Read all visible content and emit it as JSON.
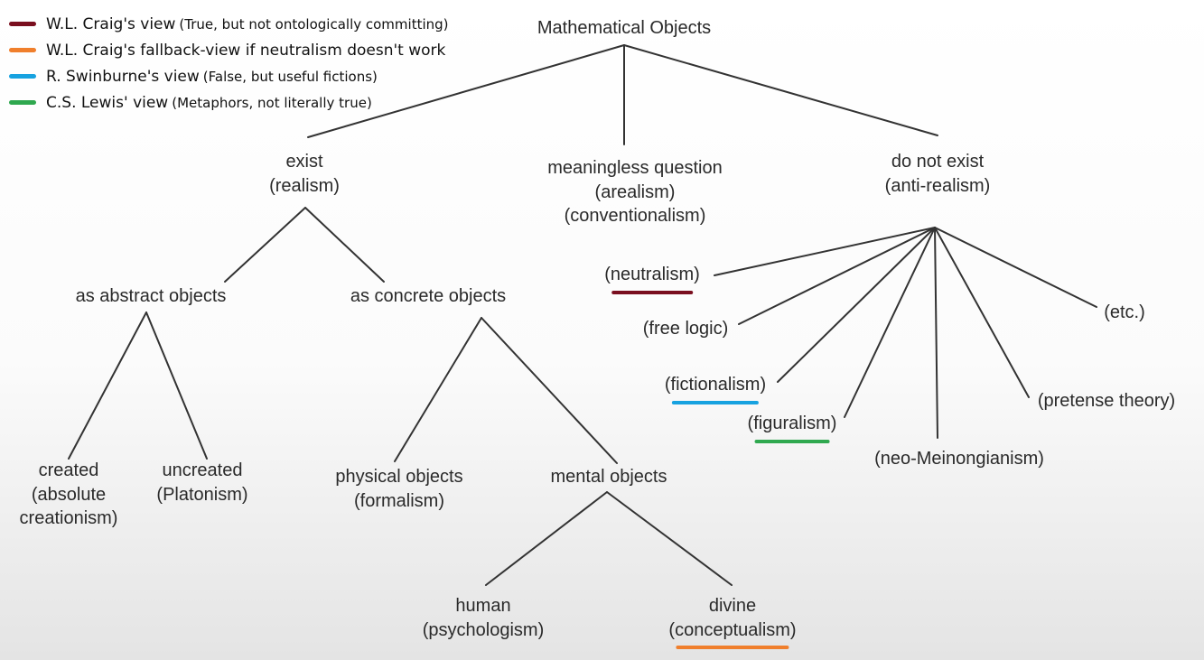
{
  "colors": {
    "craig": "#7a0f1f",
    "craig_fallback": "#f07f2c",
    "swinburne": "#17a2e0",
    "lewis": "#2fa84f",
    "line": "#333333"
  },
  "legend": [
    {
      "name": "W.L. Craig's view",
      "note": "(True, but not ontologically committing)",
      "color": "#7a0f1f"
    },
    {
      "name": "W.L. Craig's fallback-view if neutralism doesn't work",
      "note": "",
      "color": "#f07f2c"
    },
    {
      "name": "R. Swinburne's view",
      "note": "(False, but useful fictions)",
      "color": "#17a2e0"
    },
    {
      "name": "C.S. Lewis' view",
      "note": "(Metaphors, not literally true)",
      "color": "#2fa84f"
    }
  ],
  "tree": {
    "root": "Mathematical Objects",
    "exist": {
      "l1": "exist",
      "l2": "(realism)"
    },
    "meaningless": {
      "l1": "meaningless question",
      "l2": "(arealism)",
      "l3": "(conventionalism)"
    },
    "not_exist": {
      "l1": "do not exist",
      "l2": "(anti-realism)"
    },
    "abstract": "as abstract objects",
    "concrete": "as concrete objects",
    "created": {
      "l1": "created",
      "l2": "(absolute",
      "l3": "creationism)"
    },
    "uncreated": {
      "l1": "uncreated",
      "l2": "(Platonism)"
    },
    "physical": {
      "l1": "physical objects",
      "l2": "(formalism)"
    },
    "mental": "mental objects",
    "human": {
      "l1": "human",
      "l2": "(psychologism)"
    },
    "divine": {
      "l1": "divine",
      "l2": "(conceptualism)"
    },
    "neutralism": "(neutralism)",
    "free_logic": "(free logic)",
    "fictionalism": "(fictionalism)",
    "figuralism": "(figuralism)",
    "neo_meinong": "(neo-Meinongianism)",
    "pretense": "(pretense theory)",
    "etc": "(etc.)"
  }
}
